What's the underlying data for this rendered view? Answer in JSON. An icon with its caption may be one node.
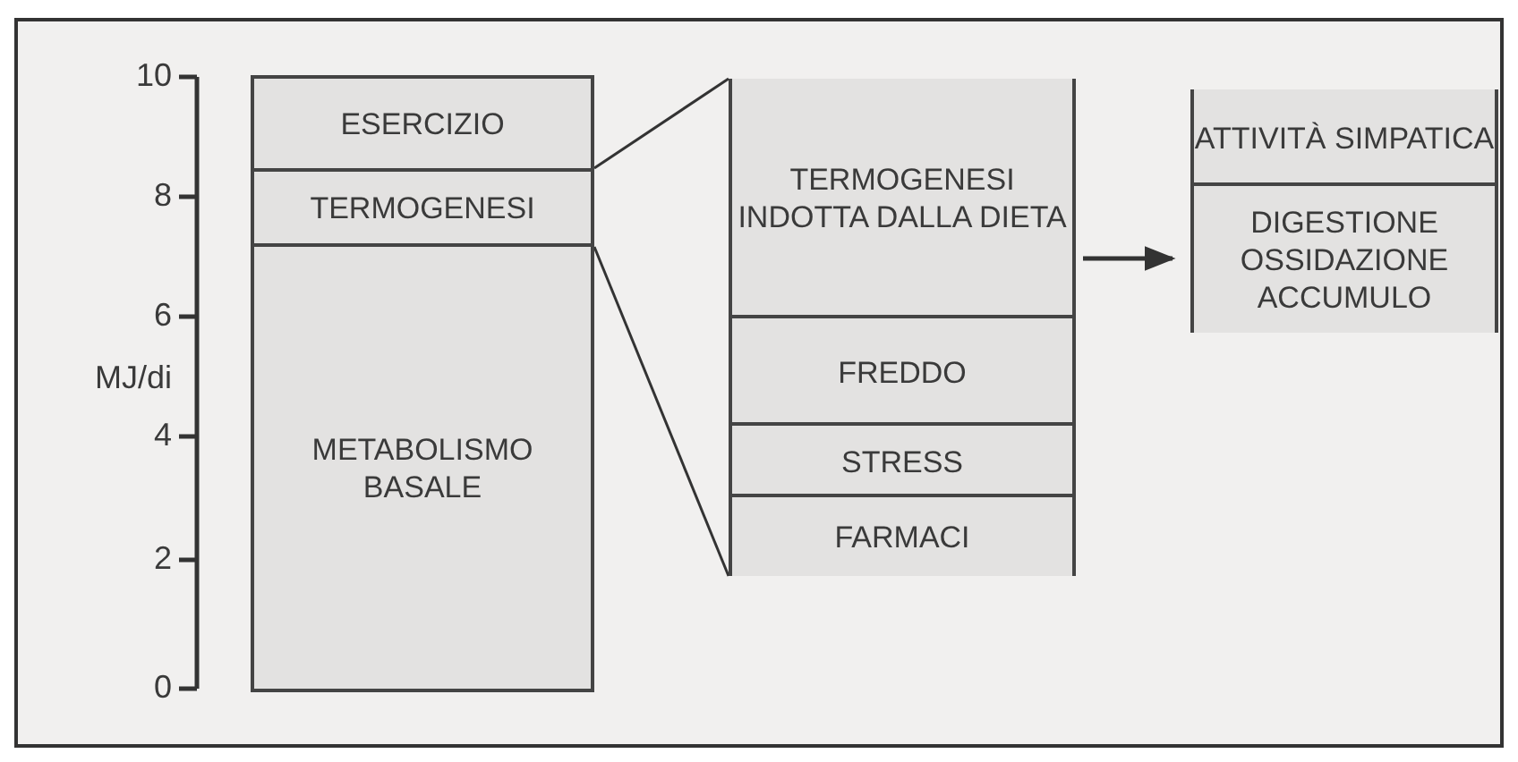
{
  "diagram": {
    "nodes": [
      {
        "text": [
          "ESERCIZIO"
        ]
      },
      {
        "text": [
          "TERMOGENESI"
        ]
      },
      {
        "text": [
          "METABOLISMO BASALE"
        ]
      },
      {
        "text": [],
        "shape": "box"
      },
      {
        "text": [
          "TERMOGENESI INDOTTA DALLA DIETA"
        ],
        "in": 3
      },
      {
        "text": [
          "FREDDO"
        ],
        "in": 3
      },
      {
        "text": [
          "STRESS"
        ],
        "in": 3
      },
      {
        "text": [
          "FARMACI"
        ],
        "in": 3
      },
      {
        "text": [],
        "shape": "box"
      },
      {
        "text": [
          "ATTIVITÀ SIMPATICA"
        ],
        "in": 8
      },
      {
        "text": [
          "DIGESTIONE OSSIDAZIONE ACCUMULO"
        ],
        "in": 8
      }
    ],
    "edges": [
      {
        "from": 1,
        "to": 3,
        "arrow": "none"
      },
      {
        "from": 1,
        "to": 3,
        "arrow": "none"
      },
      {
        "from": 4,
        "to": 8,
        "arrow": "to"
      }
    ],
    "labels": [
      "10",
      "8",
      "6",
      "MJ/di",
      "4",
      "2",
      "0"
    ]
  }
}
